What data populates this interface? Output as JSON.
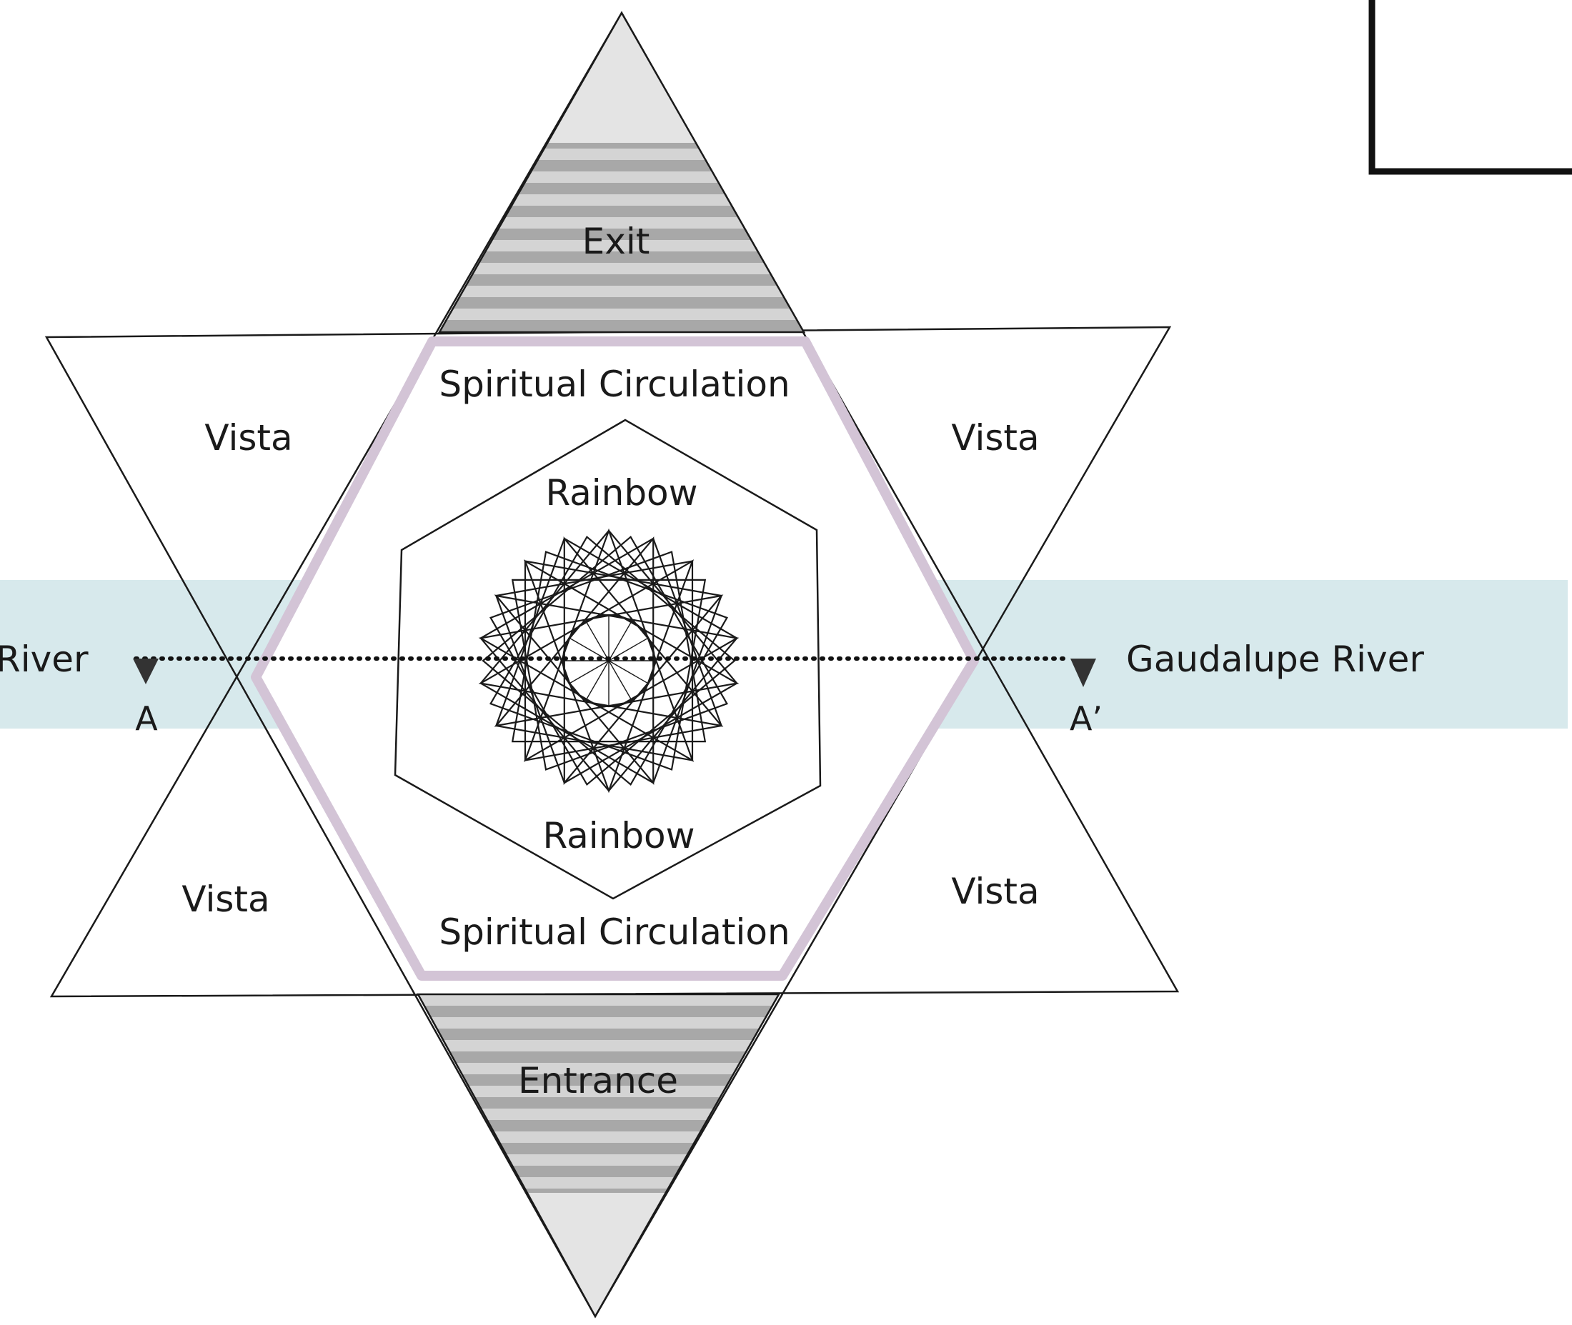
{
  "diagram": {
    "labels": {
      "exit": "Exit",
      "entrance": "Entrance",
      "spiritual_top": "Spiritual Circulation",
      "spiritual_bottom": "Spiritual Circulation",
      "rainbow_top": "Rainbow",
      "rainbow_bottom": "Rainbow",
      "vista_top_left": "Vista",
      "vista_top_right": "Vista",
      "vista_bottom_left": "Vista",
      "vista_bottom_right": "Vista",
      "river_left": "River",
      "river_right": "Gaudalupe River",
      "section_start": "A",
      "section_end": "A’"
    },
    "colors": {
      "river_band": "#d7e9ec",
      "circulation_ring": "#d3c4d6",
      "stripe_dark": "#a8a8a8",
      "stripe_light": "#d4d4d4",
      "triangle_tip": "#e4e4e4",
      "line": "#1a1a1a"
    },
    "icons": {
      "section_marker": "triangle-down-marker",
      "rosette": "star-polygon-rosette"
    }
  }
}
